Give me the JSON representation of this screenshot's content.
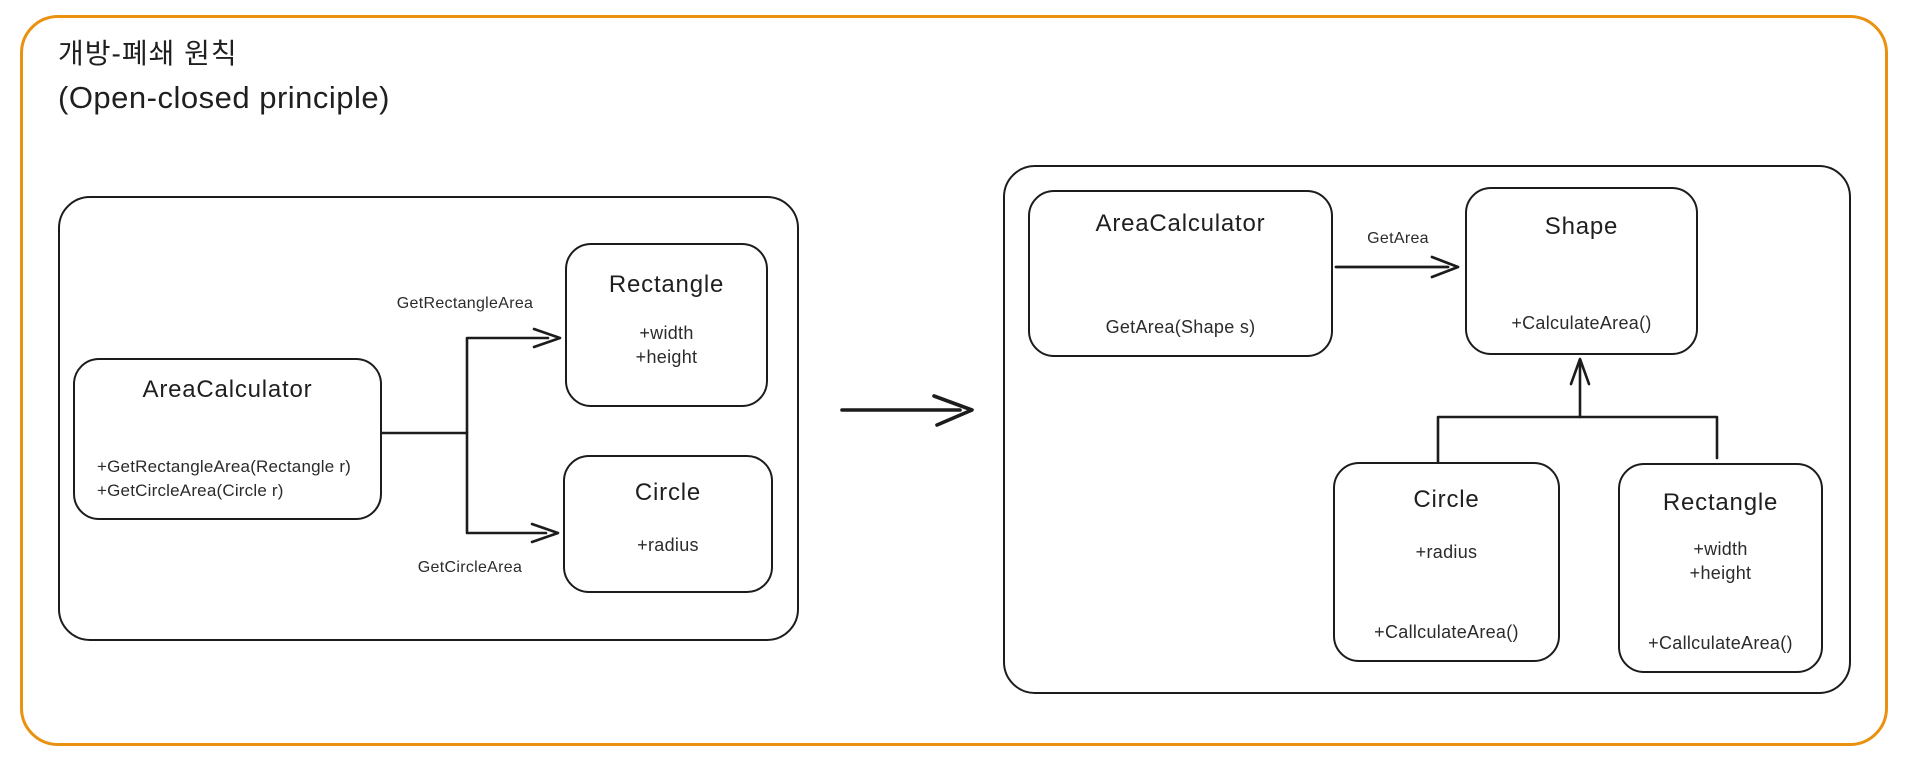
{
  "frame": {
    "border_color": "#ea920f"
  },
  "title": {
    "line1": "개방-폐쇄 원칙",
    "line2": "(Open-closed principle)"
  },
  "before": {
    "area_calculator": {
      "title": "AreaCalculator",
      "methods": [
        "+GetRectangleArea(Rectangle r)",
        "+GetCircleArea(Circle r)"
      ]
    },
    "rectangle": {
      "title": "Rectangle",
      "fields": [
        "+width",
        "+height"
      ]
    },
    "circle": {
      "title": "Circle",
      "fields": [
        "+radius"
      ]
    },
    "labels": {
      "rectangle_arrow": "GetRectangleArea",
      "circle_arrow": "GetCircleArea"
    }
  },
  "after": {
    "area_calculator": {
      "title": "AreaCalculator",
      "methods": [
        "GetArea(Shape s)"
      ]
    },
    "shape": {
      "title": "Shape",
      "methods": [
        "+CalculateArea()"
      ]
    },
    "circle": {
      "title": "Circle",
      "fields": [
        "+radius"
      ],
      "methods": [
        "+CallculateArea()"
      ]
    },
    "rectangle": {
      "title": "Rectangle",
      "fields": [
        "+width",
        "+height"
      ],
      "methods": [
        "+CallculateArea()"
      ]
    },
    "labels": {
      "get_area_arrow": "GetArea"
    }
  }
}
